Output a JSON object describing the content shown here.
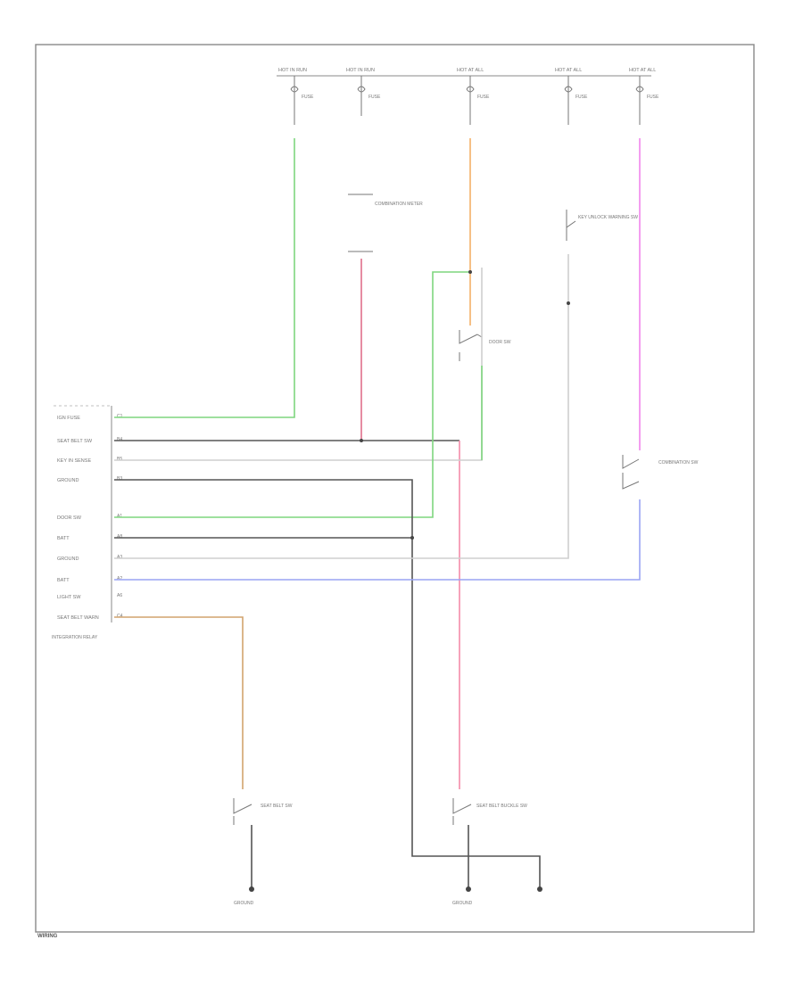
{
  "title": "",
  "colors": {
    "green": "#7ed67e",
    "orange": "#f3b067",
    "pink": "#f286ec",
    "red": "#f48aa8",
    "blue": "#9aa4f4",
    "tan": "#d2a46e",
    "black": "#555555",
    "gray": "#bbbbbb"
  },
  "hot_labels": {
    "h1": "HOT IN RUN",
    "h2": "HOT IN RUN",
    "h3": "HOT AT ALL",
    "h4": "HOT AT ALL",
    "h5": "HOT AT ALL"
  },
  "fuses": {
    "f1": "FUSE",
    "f2": "FUSE",
    "f3": "FUSE",
    "f4": "FUSE",
    "f5": "FUSE"
  },
  "module": {
    "pin_labels": [
      "IGN FUSE",
      "SEAT BELT SW",
      "KEY IN SENSE",
      "GROUND",
      "DOOR SW",
      "BATT",
      "GROUND",
      "BATT",
      "LIGHT SW",
      "SEAT BELT WARN"
    ],
    "pin_numbers": [
      "C1",
      "B4",
      "B5",
      "B3",
      "A1",
      "A8",
      "A3",
      "A2",
      "A6",
      "C4"
    ],
    "name": "INTEGRATION RELAY"
  },
  "components": {
    "combination_meter": "COMBINATION METER",
    "door_sw": "DOOR SW",
    "key_sw": "KEY UNLOCK WARNING SW",
    "combination_sw": "COMBINATION SW",
    "seat_belt_sw": "SEAT BELT SW",
    "seat_belt_buckle": "SEAT BELT BUCKLE SW",
    "ground_label": "GROUND",
    "ground2_label": "GROUND"
  },
  "footer_text": "WIRING"
}
